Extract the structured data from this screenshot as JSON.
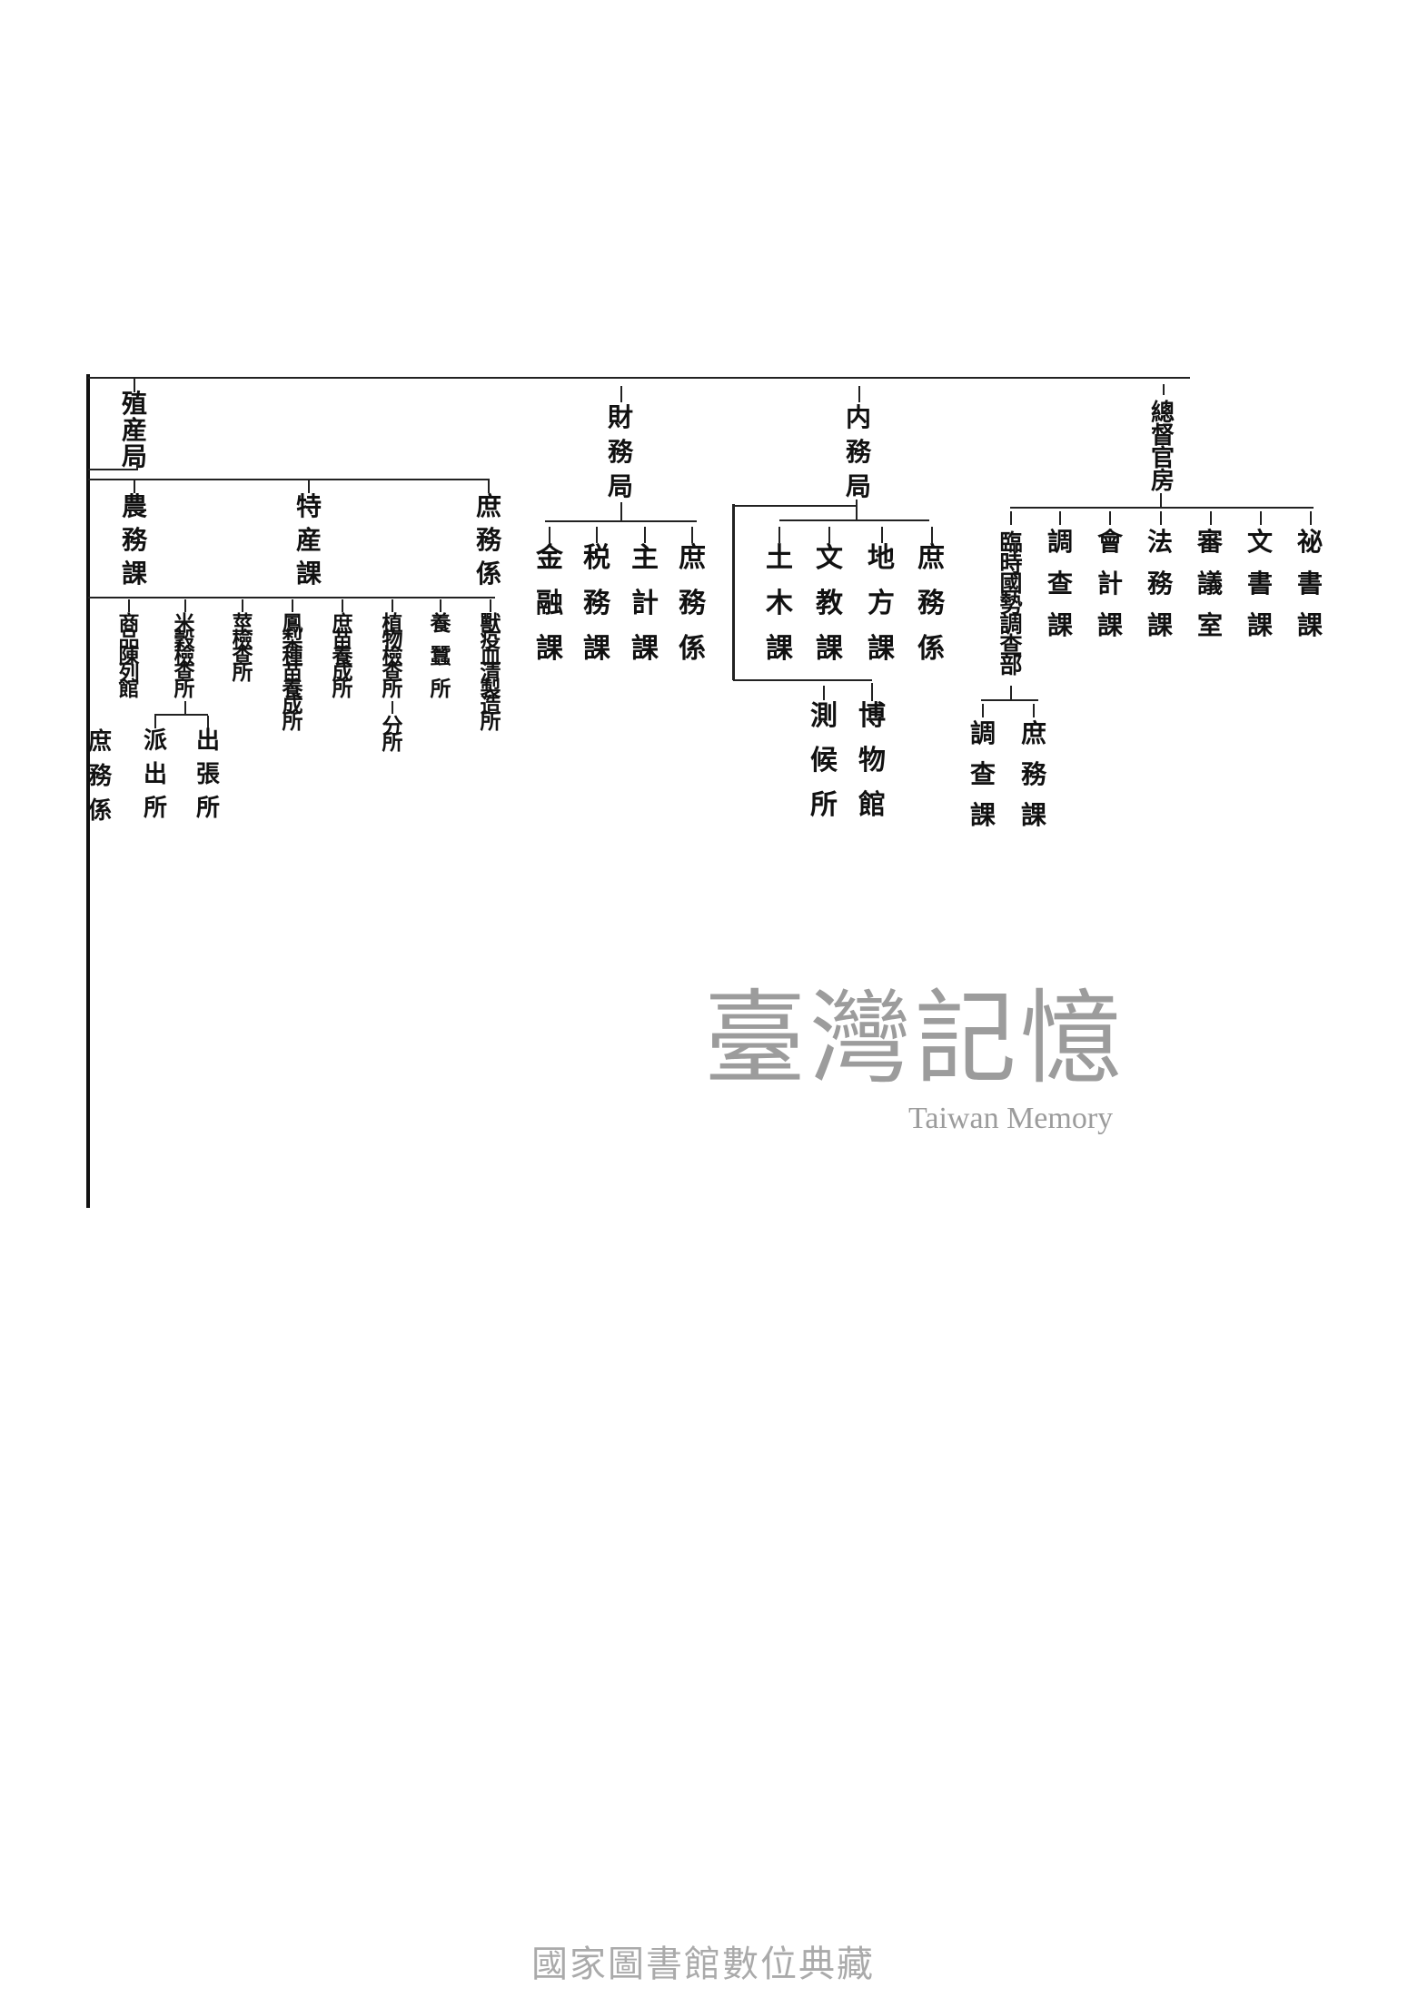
{
  "chart": {
    "bureaus": {
      "shokusan": {
        "label": "殖産局",
        "sections": [
          "農務課",
          "特産課",
          "庶務係"
        ],
        "branches": [
          "商品陳列館",
          "米穀檢查所",
          "莖檢查所",
          "鳳梨種苗養成所",
          "庶苗養成所",
          "植物檢查所",
          "養蠶所",
          "獸疫血清製造所"
        ],
        "sub_branch_plant": "分所",
        "sub_branch_rice": [
          "派出所",
          "出張所"
        ],
        "left_section": "庶務係"
      },
      "zaimu": {
        "label": "財務局",
        "sections": [
          "金融課",
          "税務課",
          "主計課",
          "庶務係"
        ]
      },
      "naimu": {
        "label": "内務局",
        "sections": [
          "土木課",
          "文教課",
          "地方課",
          "庶務係"
        ],
        "attached": [
          "測候所",
          "博物館"
        ]
      },
      "sotoku": {
        "label": "總督官房",
        "sections": [
          "臨時國勢調查部",
          "調查課",
          "會計課",
          "法務課",
          "審議室",
          "文書課",
          "祕書課"
        ],
        "census_sections": [
          "調查課",
          "庶務課"
        ]
      }
    }
  },
  "watermark": {
    "title": "臺灣記憶",
    "subtitle": "Taiwan Memory"
  },
  "footer": {
    "text": "國家圖書館數位典藏"
  }
}
